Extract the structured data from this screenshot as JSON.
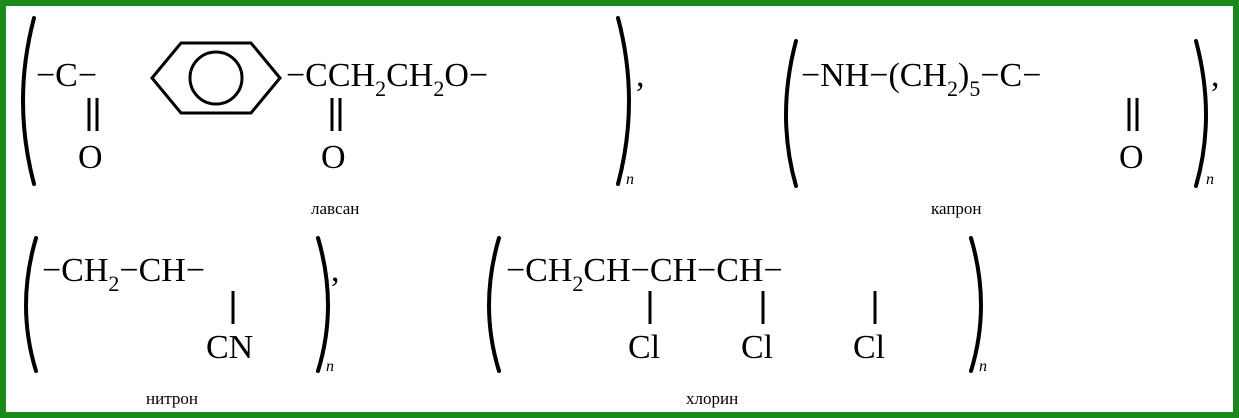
{
  "formulas": {
    "lavsan": {
      "chain_start": "−C−",
      "chain_mid": "−CCH",
      "sub1": "2",
      "mid2": "CH",
      "sub2": "2",
      "tail": "O−",
      "oxygen1": "O",
      "oxygen2": "O",
      "n": "n",
      "comma": ",",
      "name": "лавсан"
    },
    "kapron": {
      "chain_a": "−NH−(CH",
      "sub": "2",
      "paren_close": ")",
      "sub5": "5",
      "chain_b": "−C−",
      "oxygen": "O",
      "n": "n",
      "comma": ",",
      "name": "капрон"
    },
    "nitron": {
      "chain_a": "−CH",
      "sub": "2",
      "chain_b": "−CH−",
      "group": "CN",
      "n": "n",
      "comma": ",",
      "name": "нитрон"
    },
    "chlorin": {
      "chain_a": "−CH",
      "sub": "2",
      "chain_b": "CH−CH−CH−",
      "cl1": "Cl",
      "cl2": "Cl",
      "cl3": "Cl",
      "n": "n",
      "name": "хлорин"
    }
  },
  "colors": {
    "border": "#1a8a1a",
    "background": "#ffffff",
    "ink": "#000000"
  }
}
